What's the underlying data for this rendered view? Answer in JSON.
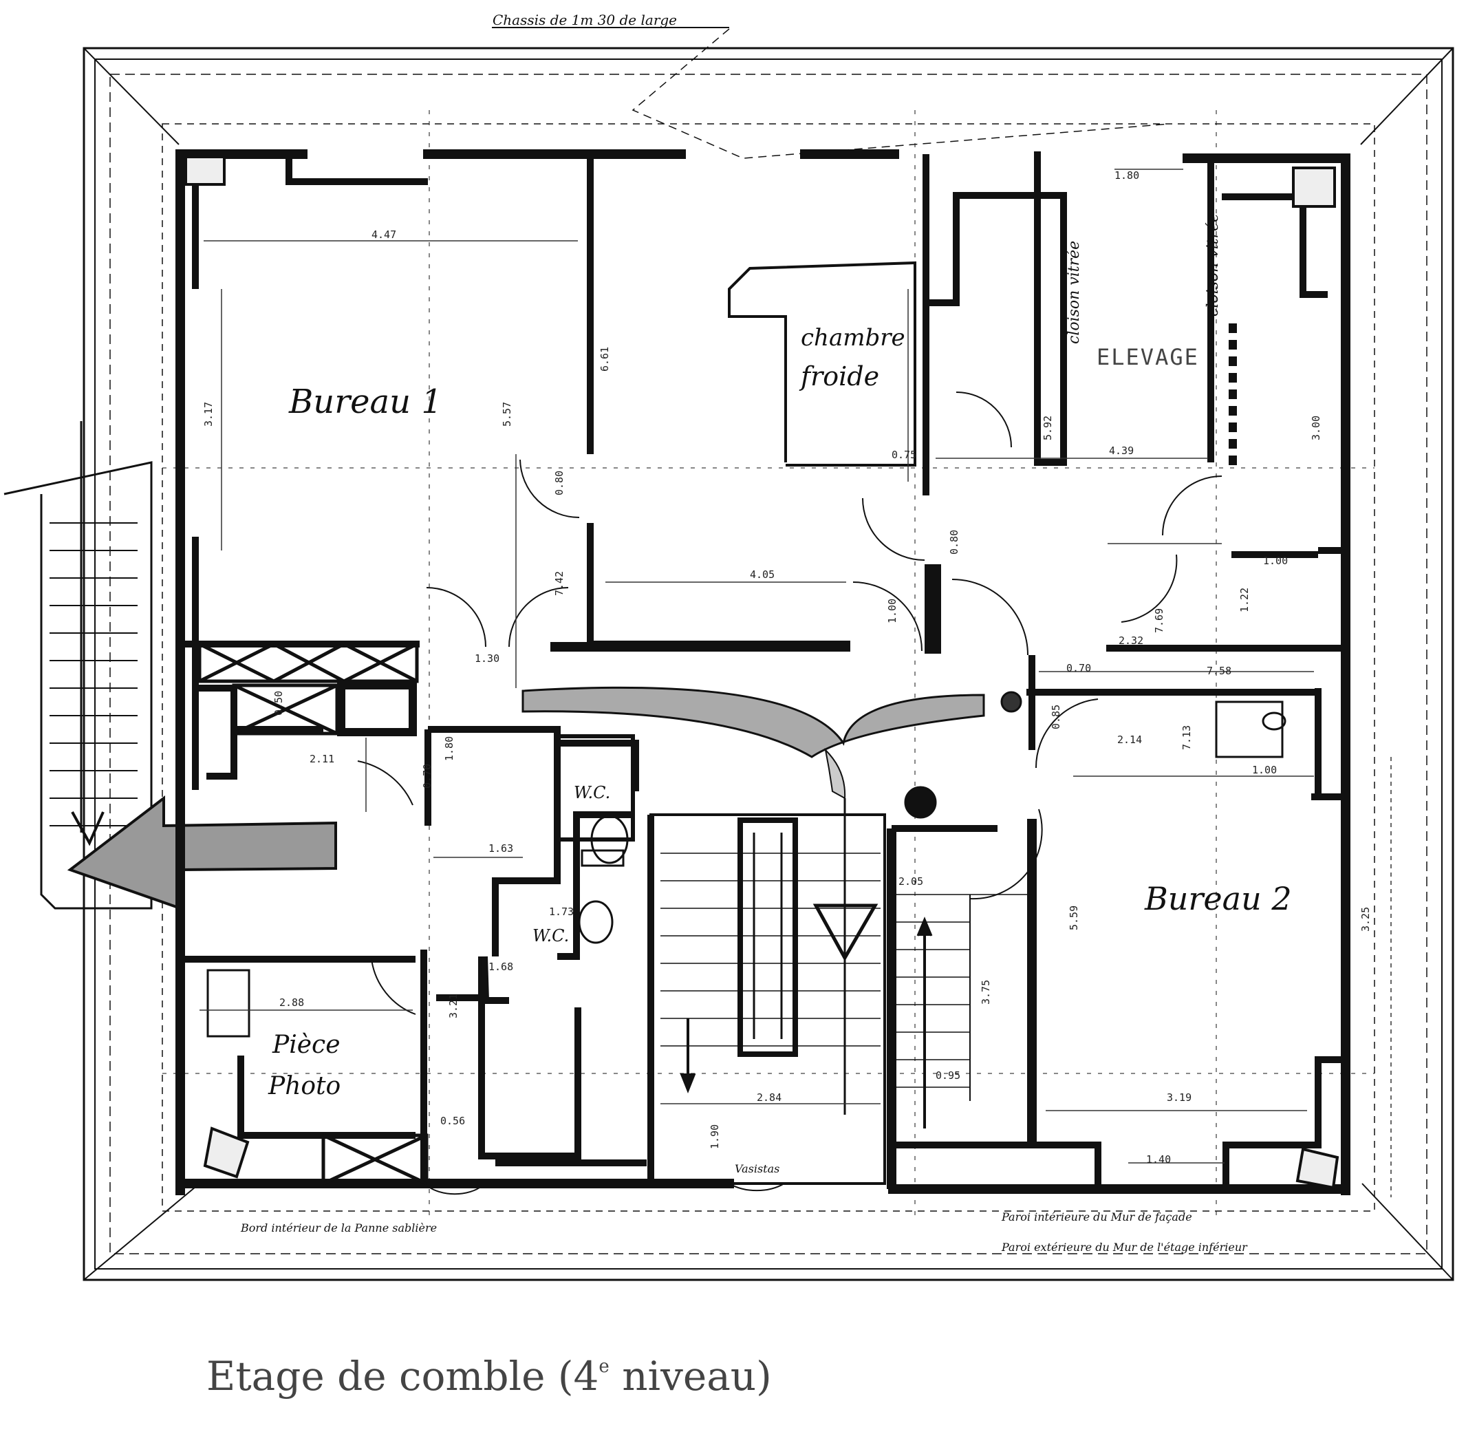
{
  "header_note": "Chassis de 1m 30 de large",
  "rooms": {
    "bureau1": "Bureau 1",
    "bureau2": "Bureau 2",
    "chambre": [
      "chambre",
      "froide"
    ],
    "elevage": "ELEVAGE",
    "wc_upper": "W.C.",
    "wc_lower": "W.C.",
    "piece_photo": [
      "Pièce",
      "Photo"
    ]
  },
  "partition_notes": {
    "left": "cloison vitrée",
    "right": "cloison vitrée"
  },
  "dimensions": {
    "d447": "4.47",
    "d317": "3.17",
    "d557": "5.57",
    "d661": "6.61",
    "d080a": "0.80",
    "d742": "7.42",
    "d405": "4.05",
    "d100a": "1.00",
    "d075": "0.75",
    "d080b": "0.80",
    "d592": "5.92",
    "d439": "4.39",
    "d300": "3.00",
    "d180": "1.80",
    "d100b": "1.00",
    "d122": "1.22",
    "d232": "2.32",
    "d769": "7.69",
    "d070a": "0.70",
    "d758": "7.58",
    "d130": "1.30",
    "d211": "2.11",
    "d050": "0.50",
    "d070b": "0.70",
    "d180b": "1.80",
    "d085": "0.85",
    "d214": "2.14",
    "d713": "7.13",
    "d100c": "1.00",
    "d163": "1.63",
    "d173": "1.73",
    "d168": "1.68",
    "d288": "2.88",
    "d321": "3.21",
    "d559": "5.59",
    "d375": "3.75",
    "d325": "3.25",
    "d319": "3.19",
    "d284": "2.84",
    "d190": "1.90",
    "d140": "1.40",
    "d056": "0.56",
    "d095": "0.95",
    "d205": "2.05"
  },
  "footer_notes": {
    "note1": "Bord intérieur de la Panne sablière",
    "note2": "Paroi intérieure du Mur de façade",
    "note3": "Paroi extérieure du Mur de l'étage inférieur",
    "vasistas": "Vasistas"
  },
  "caption": {
    "text": "Etage de comble (4",
    "superscript": "e",
    "suffix": " niveau)"
  }
}
